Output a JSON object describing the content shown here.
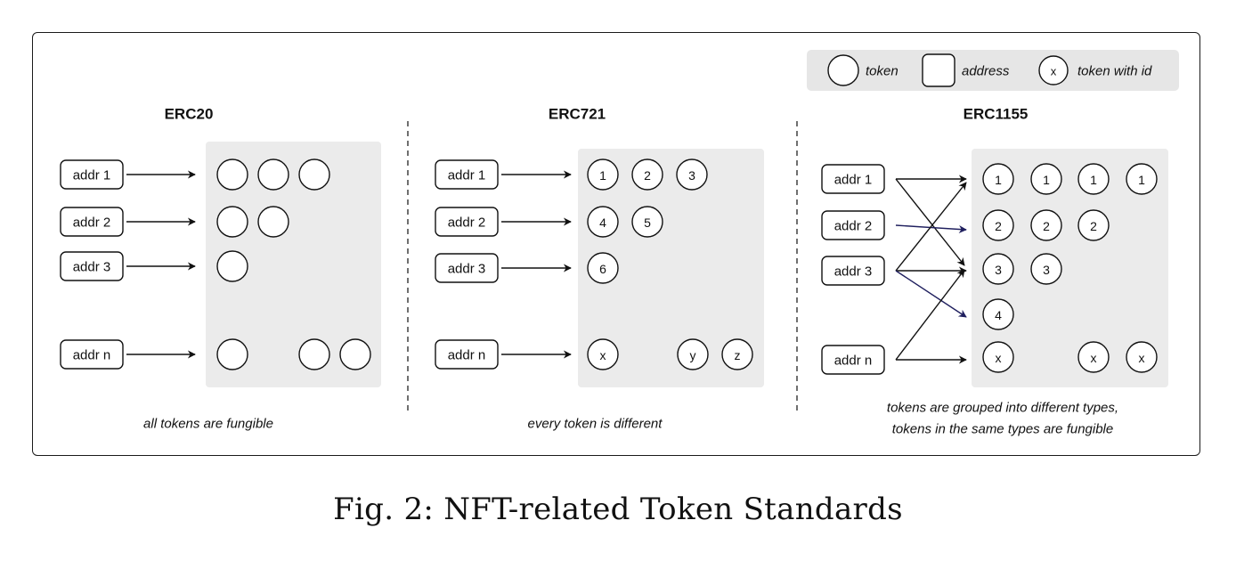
{
  "legend": {
    "token_label": "token",
    "address_label": "address",
    "token_with_id_glyph": "x",
    "token_with_id_label": "token with id"
  },
  "panels": [
    {
      "title": "ERC20",
      "addresses": [
        "addr 1",
        "addr 2",
        "addr 3",
        "addr n"
      ],
      "token_rows": [
        [
          "",
          "",
          ""
        ],
        [
          "",
          ""
        ],
        [
          ""
        ],
        [
          "",
          "",
          ""
        ]
      ],
      "note": [
        "all tokens are fungible"
      ]
    },
    {
      "title": "ERC721",
      "addresses": [
        "addr 1",
        "addr 2",
        "addr 3",
        "addr n"
      ],
      "token_rows": [
        [
          "1",
          "2",
          "3"
        ],
        [
          "4",
          "5"
        ],
        [
          "6"
        ],
        [
          "x",
          "y",
          "z"
        ]
      ],
      "note": [
        "every token is different"
      ]
    },
    {
      "title": "ERC1155",
      "addresses": [
        "addr 1",
        "addr 2",
        "addr 3",
        "addr n"
      ],
      "token_rows": [
        [
          "1",
          "1",
          "1",
          "1"
        ],
        [
          "2",
          "2",
          "2"
        ],
        [
          "3",
          "3"
        ],
        [
          "4"
        ],
        [
          "x",
          "x",
          "x"
        ]
      ],
      "note": [
        "tokens are grouped into different types,",
        "tokens in the same types  are fungible"
      ]
    }
  ],
  "caption": "Fig. 2: NFT-related Token Standards",
  "colors": {
    "border": "#1a1a1a",
    "panel_fill": "#ebebeb",
    "legend_fill": "#e6e6e6",
    "arrow": "#111111",
    "arrow_accent": "#1f1f5e"
  }
}
